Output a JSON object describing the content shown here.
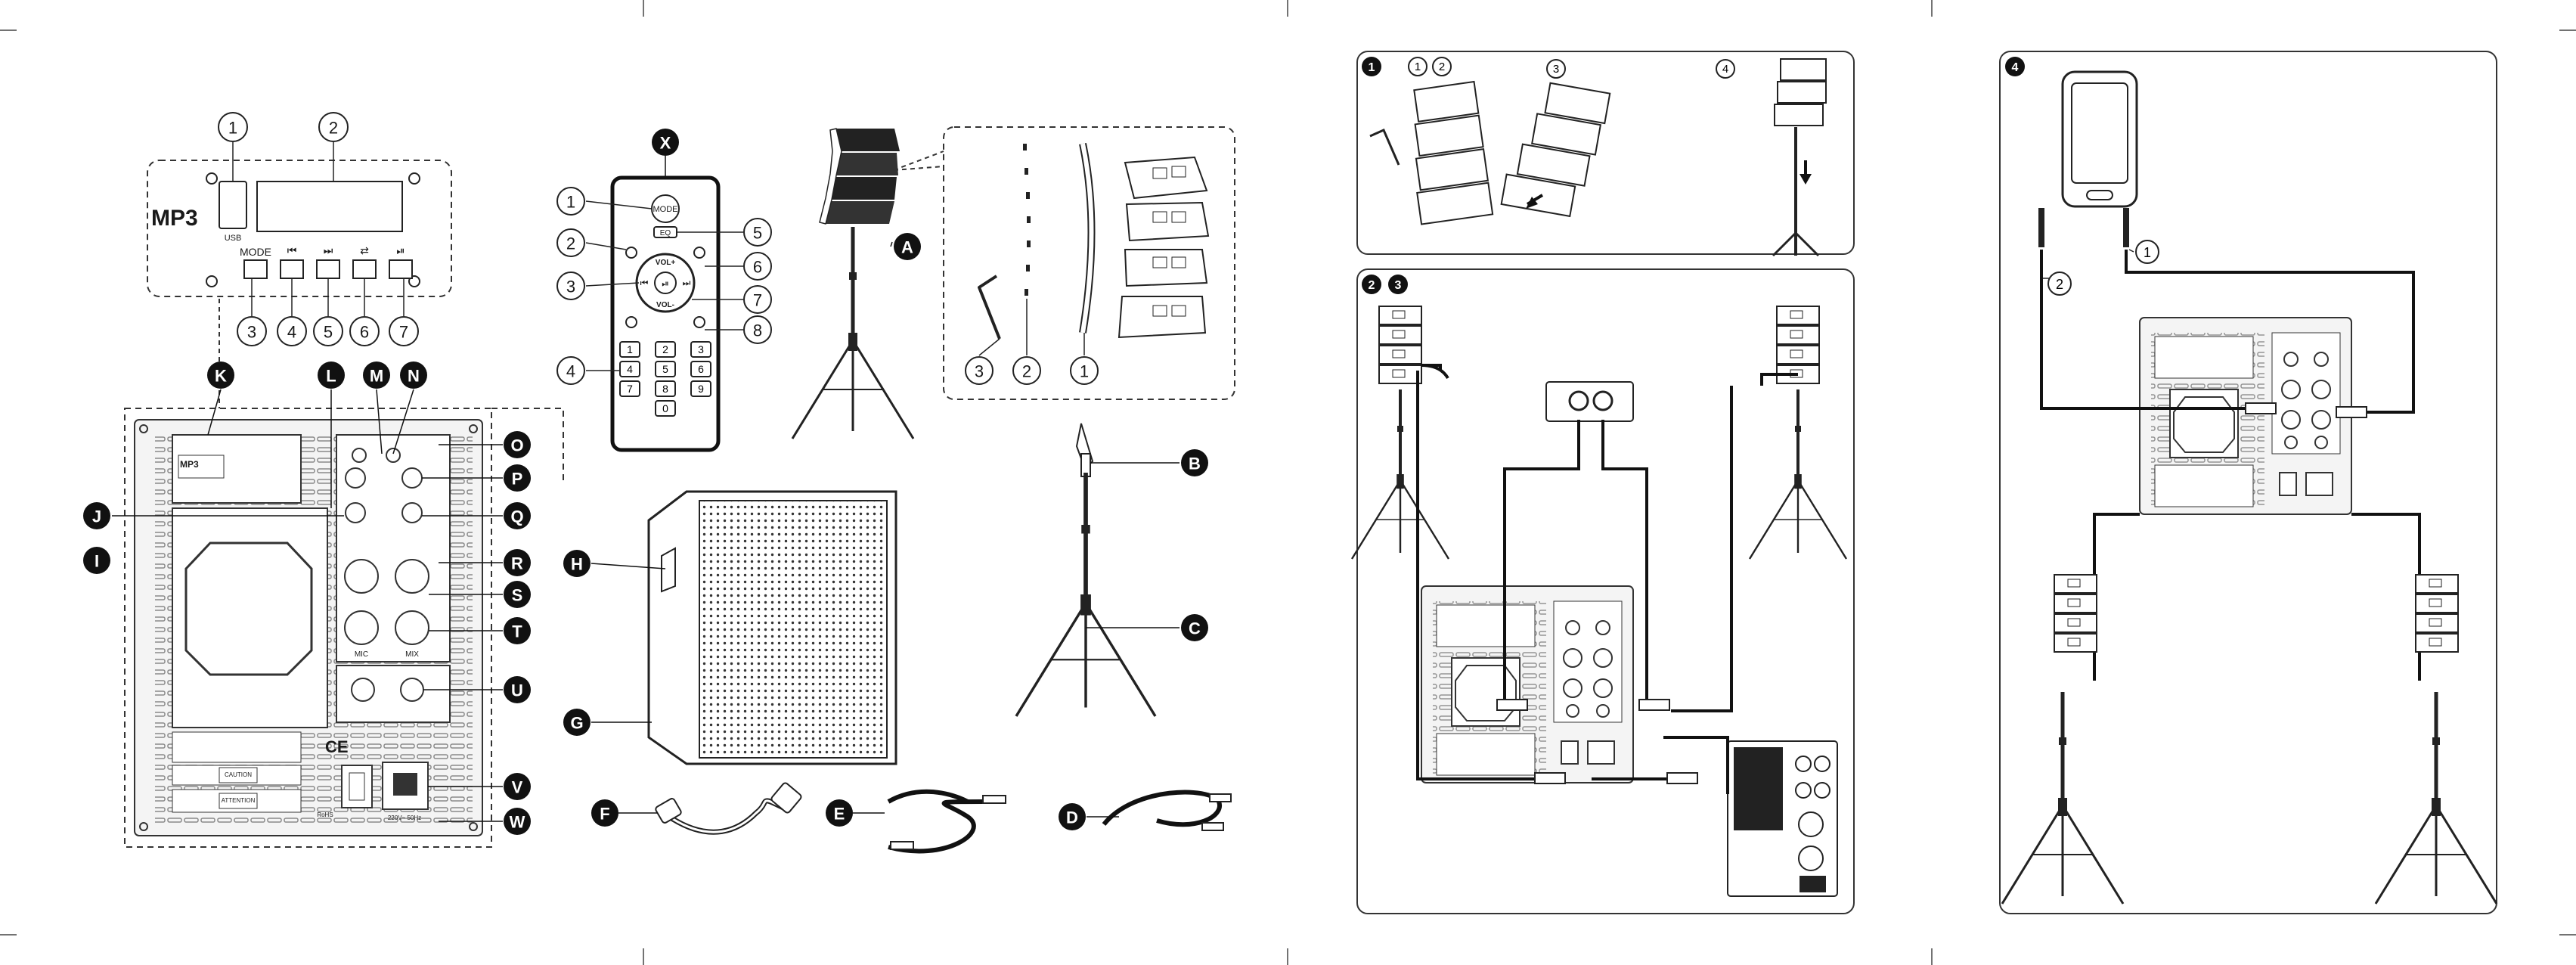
{
  "colors": {
    "ink": "#1a1a1a",
    "paper": "#ffffff",
    "panel": "#f2f2f2"
  },
  "mp3_panel": {
    "title": "MP3",
    "usb_label": "USB",
    "mode_label": "MODE",
    "callouts_top": [
      "1",
      "2"
    ],
    "callouts_bottom": [
      "3",
      "4",
      "5",
      "6",
      "7"
    ]
  },
  "remote": {
    "badge": "X",
    "mode_key": "MODE",
    "eq_key": "EQ",
    "vol_plus": "VOL+",
    "vol_minus": "VOL-",
    "digits": [
      "1",
      "2",
      "3",
      "4",
      "5",
      "6",
      "7",
      "8",
      "9",
      "0"
    ],
    "callouts_left": [
      "1",
      "2",
      "3",
      "4"
    ],
    "callouts_right": [
      "5",
      "6",
      "7",
      "8"
    ]
  },
  "rear_panel": {
    "labels_top": [
      "K",
      "L",
      "M",
      "N"
    ],
    "labels_right": [
      "O",
      "P",
      "Q",
      "R",
      "S",
      "T",
      "U",
      "V",
      "W"
    ],
    "labels_left": [
      "J",
      "I"
    ],
    "mic_label": "MIC",
    "mix_label": "MIX",
    "ce_mark": "CE",
    "rohs": "RoHS",
    "caution": "CAUTION",
    "attention": "ATTENTION",
    "voltage": "220V~ 50Hz"
  },
  "components": {
    "speaker_badges": [
      "A",
      "B",
      "C",
      "D",
      "E",
      "F",
      "G",
      "H"
    ],
    "array_callouts": [
      "3",
      "2",
      "1"
    ]
  },
  "steps": {
    "step1": "1",
    "step1_subs": [
      "1",
      "2",
      "3",
      "4"
    ],
    "step23": [
      "2",
      "3"
    ],
    "step4": "4",
    "step4_callouts": [
      "1",
      "2"
    ]
  }
}
